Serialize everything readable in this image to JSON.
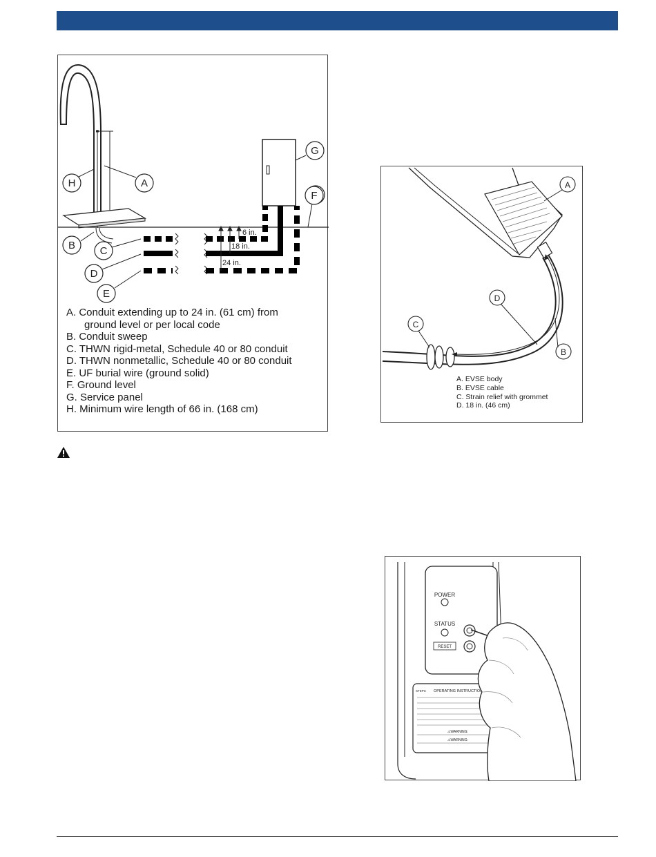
{
  "header": {
    "bar_color": "#1f4e8c"
  },
  "figure1": {
    "callouts": {
      "A": "A",
      "B": "B",
      "C": "C",
      "D": "D",
      "E": "E",
      "F": "F",
      "G": "G",
      "H": "H"
    },
    "dimensions": {
      "d6": "6 in.",
      "d18": "18 in.",
      "d24": "24 in."
    },
    "legend": [
      "A. Conduit extending up to 24 in. (61 cm) from",
      "ground level or per local code",
      "B. Conduit sweep",
      "C. THWN rigid-metal, Schedule 40 or 80 conduit",
      "D. THWN nonmetallic, Schedule 40 or 80 conduit",
      "E. UF burial wire (ground solid)",
      "F. Ground level",
      "G. Service panel",
      "H. Minimum wire length of 66 in. (168 cm)"
    ]
  },
  "figure2": {
    "callouts": {
      "A": "A",
      "B": "B",
      "C": "C",
      "D": "D"
    },
    "legend": [
      "A. EVSE body",
      "B. EVSE cable",
      "C. Strain relief with grommet",
      "D. 18 in. (46 cm)"
    ]
  },
  "figure3": {
    "labels": {
      "power": "POWER",
      "status": "STATUS",
      "reset": "RESET",
      "operating": "OPERATING INSTRUCTIONS",
      "steps": "STEPS",
      "warning1": "⚠WARNING:",
      "warning2": "⚠WARNING:"
    }
  },
  "warning_icon": "warning-triangle-icon"
}
